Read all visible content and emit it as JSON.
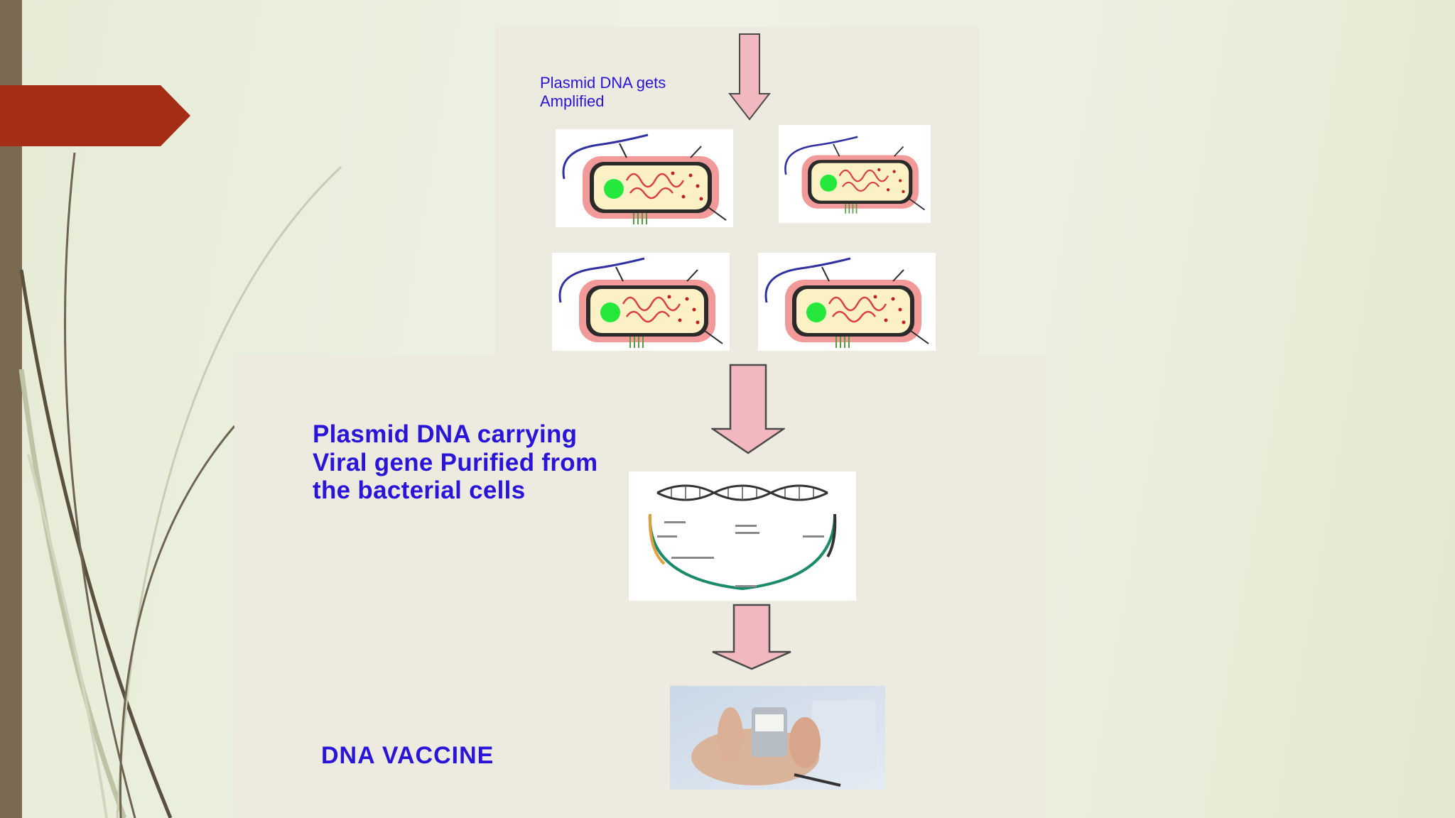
{
  "slide": {
    "step1_label": "Plasmid DNA gets Amplified",
    "step2_label": "Plasmid DNA carrying Viral gene Purified from the bacterial cells",
    "step3_label": "DNA VACCINE"
  },
  "colors": {
    "label_text": "#2a14d8",
    "flag": "#a32d15",
    "left_bar": "#7a6a52",
    "arrow_fill": "#f2b8c0",
    "arrow_stroke": "#4a4a4a",
    "panel": "#edeae0"
  },
  "icons": [
    "bacterial-cell-icon",
    "plasmid-dna-icon",
    "vaccine-vial-photo",
    "down-arrow-icon"
  ]
}
